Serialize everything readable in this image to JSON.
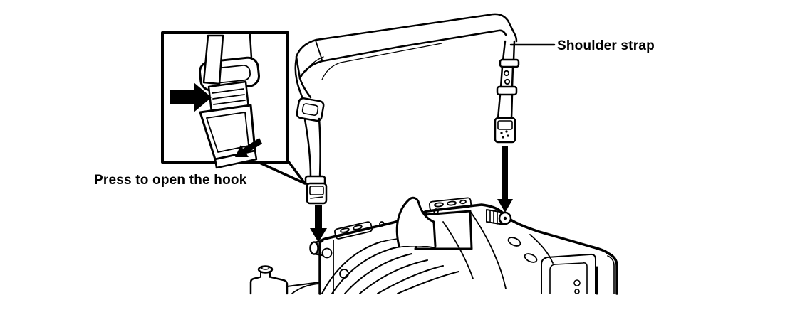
{
  "colors": {
    "ink": "#000000",
    "paper": "#ffffff"
  },
  "figure": {
    "labels": {
      "shoulder_strap": "Shoulder strap",
      "press_to_open": "Press to open the hook"
    },
    "icons": [
      {
        "name": "press-direction-arrow-icon",
        "shape": "solid right-pointing arrow"
      },
      {
        "name": "hook-open-direction-arrow-icon",
        "shape": "solid down-left arrow"
      },
      {
        "name": "front-attach-arrow-icon",
        "shape": "solid down arrow"
      },
      {
        "name": "rear-attach-arrow-icon",
        "shape": "solid down arrow"
      }
    ]
  }
}
